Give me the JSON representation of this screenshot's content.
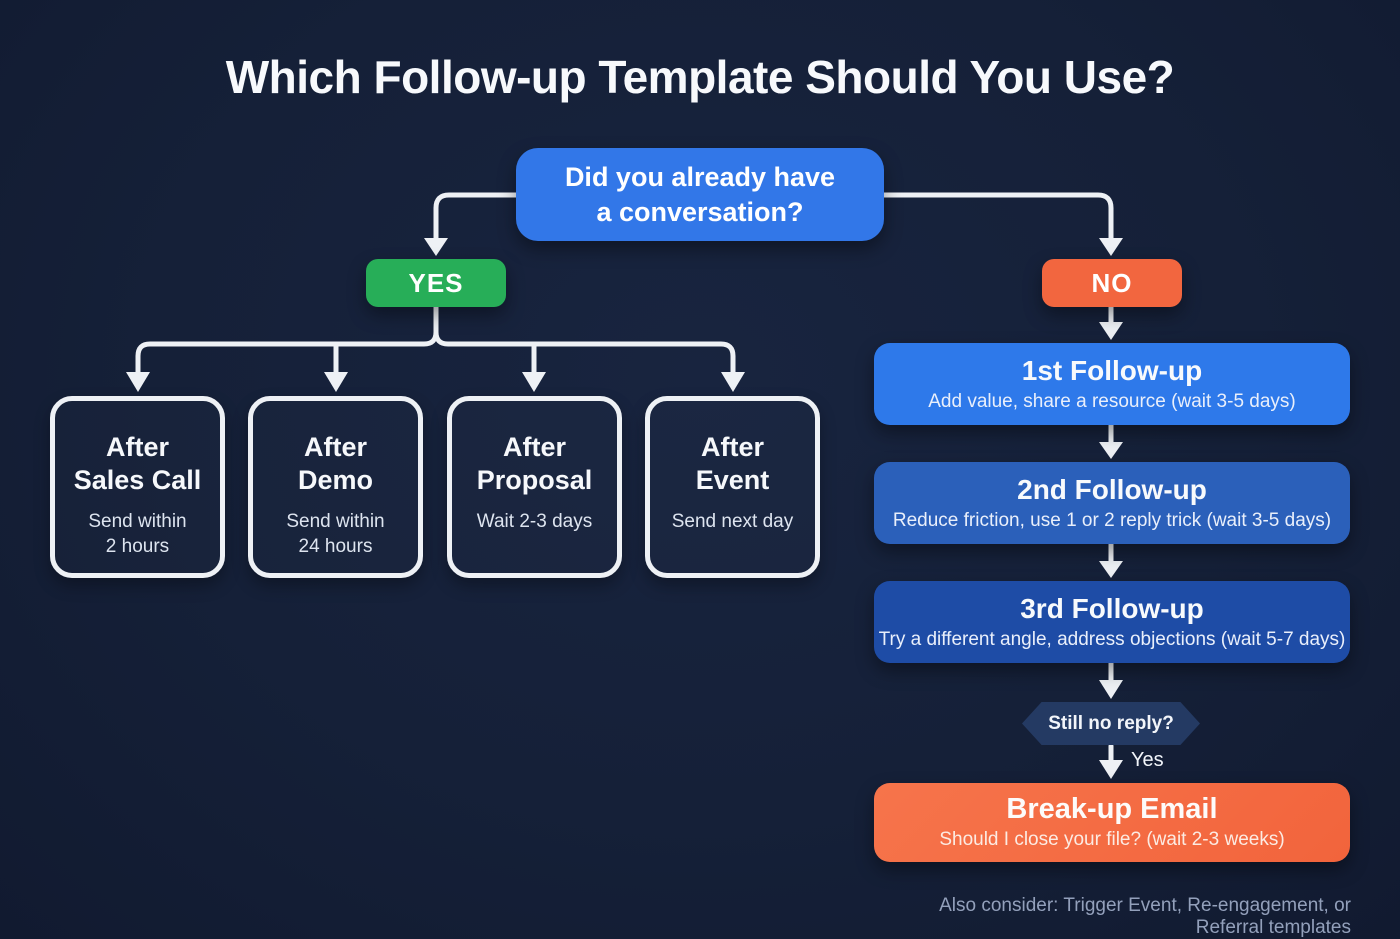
{
  "title": "Which Follow-up Template Should You Use?",
  "root_question": {
    "line1": "Did you already have",
    "line2": "a conversation?"
  },
  "yes_label": "YES",
  "no_label": "NO",
  "branches": [
    {
      "title_line1": "After",
      "title_line2": "Sales Call",
      "sub_line1": "Send within",
      "sub_line2": "2 hours"
    },
    {
      "title_line1": "After",
      "title_line2": "Demo",
      "sub_line1": "Send within",
      "sub_line2": "24 hours"
    },
    {
      "title_line1": "After",
      "title_line2": "Proposal",
      "sub_line1": "Wait 2-3 days"
    },
    {
      "title_line1": "After",
      "title_line2": "Event",
      "sub_line1": "Send next day"
    }
  ],
  "followups": [
    {
      "title": "1st Follow-up",
      "subtitle": "Add value, share a resource (wait 3-5 days)"
    },
    {
      "title": "2nd Follow-up",
      "subtitle": "Reduce friction, use 1 or 2 reply trick (wait 3-5 days)"
    },
    {
      "title": "3rd Follow-up",
      "subtitle": "Try a different angle, address objections (wait 5-7 days)"
    }
  ],
  "decision": {
    "label": "Still no reply?",
    "yes_branch_label": "Yes"
  },
  "breakup": {
    "title": "Break-up Email",
    "subtitle": "Should I close your file? (wait 2-3 weeks)"
  },
  "footnote": "Also consider: Trigger Event, Re-engagement, or Referral templates",
  "colors": {
    "background": "#152038",
    "question_blue": "#3277e8",
    "followup1_blue": "#2e79ea",
    "followup2_blue": "#2b60ba",
    "followup3_blue": "#1e4ca6",
    "yes_green": "#27ae58",
    "no_orange": "#f2663f",
    "breakup_orange": "#f4693f",
    "hexagon_navy": "#243a63",
    "connector_white": "#eef1f5",
    "footnote_gray": "#93a0bb"
  }
}
